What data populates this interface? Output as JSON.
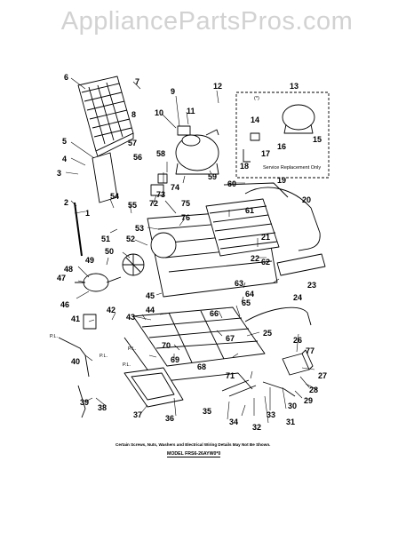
{
  "watermark": "AppliancePartsPros.com",
  "inset_label": "Service Replacement Only",
  "inset_tag": "(*)",
  "pl_label": "P.L.",
  "footnote": "Certain Screws, Nuts, Washers and Electrical Wiring Details May Not Be Shown.",
  "model": "MODEL FRS6-26AYW0*0",
  "callouts": [
    "1",
    "2",
    "3",
    "4",
    "5",
    "6",
    "7",
    "8",
    "9",
    "10",
    "11",
    "12",
    "13",
    "14",
    "15",
    "16",
    "17",
    "18",
    "19",
    "20",
    "21",
    "22",
    "23",
    "24",
    "25",
    "26",
    "27",
    "28",
    "29",
    "30",
    "31",
    "32",
    "33",
    "34",
    "35",
    "36",
    "37",
    "38",
    "39",
    "40",
    "41",
    "42",
    "43",
    "44",
    "45",
    "46",
    "47",
    "48",
    "49",
    "50",
    "51",
    "52",
    "53",
    "54",
    "55",
    "56",
    "57",
    "58",
    "59",
    "60",
    "61",
    "62",
    "63",
    "64",
    "65",
    "66",
    "67",
    "68",
    "69",
    "70",
    "71",
    "72",
    "73",
    "74",
    "75",
    "76",
    "77"
  ],
  "colors": {
    "ink": "#000000",
    "watermark": "#d2d2d2",
    "paper": "#ffffff"
  }
}
